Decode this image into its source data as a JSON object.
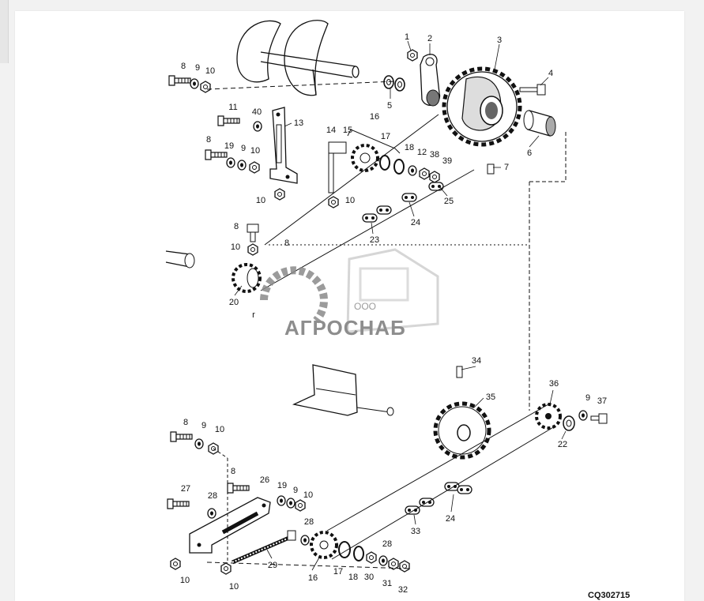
{
  "diagram_code": "CQ302715",
  "watermark": {
    "prefix": "ООО",
    "brand": "АГРОСНАБ"
  },
  "callouts": [
    {
      "id": "c1",
      "text": "1"
    },
    {
      "id": "c2",
      "text": "2"
    },
    {
      "id": "c3",
      "text": "3"
    },
    {
      "id": "c4",
      "text": "4"
    },
    {
      "id": "c5",
      "text": "5"
    },
    {
      "id": "c6",
      "text": "6"
    },
    {
      "id": "c7",
      "text": "7"
    },
    {
      "id": "c8a",
      "text": "8"
    },
    {
      "id": "c9a",
      "text": "9"
    },
    {
      "id": "c10a",
      "text": "10"
    },
    {
      "id": "c11",
      "text": "11"
    },
    {
      "id": "c40",
      "text": "40"
    },
    {
      "id": "c13",
      "text": "13"
    },
    {
      "id": "c14",
      "text": "14"
    },
    {
      "id": "c15",
      "text": "15"
    },
    {
      "id": "c16a",
      "text": "16"
    },
    {
      "id": "c17a",
      "text": "17"
    },
    {
      "id": "c18a",
      "text": "18"
    },
    {
      "id": "c12",
      "text": "12"
    },
    {
      "id": "c38",
      "text": "38"
    },
    {
      "id": "c39",
      "text": "39"
    },
    {
      "id": "c8b",
      "text": "8"
    },
    {
      "id": "c19a",
      "text": "19"
    },
    {
      "id": "c9b",
      "text": "9"
    },
    {
      "id": "c10b",
      "text": "10"
    },
    {
      "id": "c10c",
      "text": "10"
    },
    {
      "id": "c10d",
      "text": "10"
    },
    {
      "id": "c25",
      "text": "25"
    },
    {
      "id": "c24a",
      "text": "24"
    },
    {
      "id": "c23",
      "text": "23"
    },
    {
      "id": "c8c",
      "text": "8"
    },
    {
      "id": "c10e",
      "text": "10"
    },
    {
      "id": "c8d",
      "text": "8"
    },
    {
      "id": "c20",
      "text": "20"
    },
    {
      "id": "cr",
      "text": "r"
    },
    {
      "id": "c34",
      "text": "34"
    },
    {
      "id": "c35",
      "text": "35"
    },
    {
      "id": "c36",
      "text": "36"
    },
    {
      "id": "c9c",
      "text": "9"
    },
    {
      "id": "c37",
      "text": "37"
    },
    {
      "id": "c22",
      "text": "22"
    },
    {
      "id": "c8e",
      "text": "8"
    },
    {
      "id": "c9d",
      "text": "9"
    },
    {
      "id": "c10f",
      "text": "10"
    },
    {
      "id": "c8f",
      "text": "8"
    },
    {
      "id": "c26",
      "text": "26"
    },
    {
      "id": "c19b",
      "text": "19"
    },
    {
      "id": "c9e",
      "text": "9"
    },
    {
      "id": "c10g",
      "text": "10"
    },
    {
      "id": "c27",
      "text": "27"
    },
    {
      "id": "c28a",
      "text": "28"
    },
    {
      "id": "c24b",
      "text": "24"
    },
    {
      "id": "c28b",
      "text": "28"
    },
    {
      "id": "c33",
      "text": "33"
    },
    {
      "id": "c29",
      "text": "29"
    },
    {
      "id": "c28c",
      "text": "28"
    },
    {
      "id": "c10h",
      "text": "10"
    },
    {
      "id": "c10i",
      "text": "10"
    },
    {
      "id": "c16b",
      "text": "16"
    },
    {
      "id": "c17b",
      "text": "17"
    },
    {
      "id": "c18b",
      "text": "18"
    },
    {
      "id": "c30",
      "text": "30"
    },
    {
      "id": "c31",
      "text": "31"
    },
    {
      "id": "c32",
      "text": "32"
    }
  ]
}
